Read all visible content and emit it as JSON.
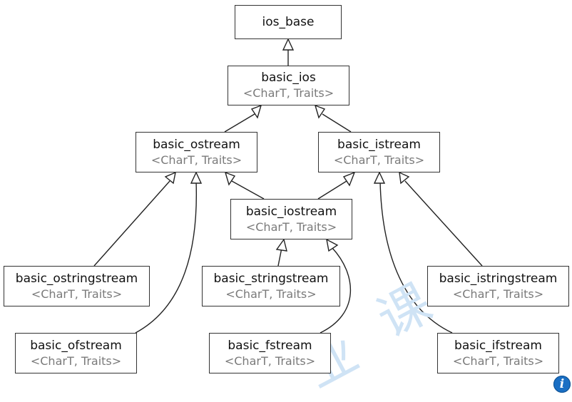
{
  "watermark": [
    "业",
    "课"
  ],
  "icons": {
    "info": "info-icon"
  },
  "info_glyph": "i",
  "colors": {
    "line": "#222222",
    "template_text": "#7a7a7a",
    "watermark": "#cfe3f5",
    "info": "#1a6fc4"
  },
  "nodes": {
    "ios_base": {
      "name": "ios_base"
    },
    "basic_ios": {
      "name": "basic_ios",
      "params": "<CharT, Traits>"
    },
    "basic_ostream": {
      "name": "basic_ostream",
      "params": "<CharT, Traits>"
    },
    "basic_istream": {
      "name": "basic_istream",
      "params": "<CharT, Traits>"
    },
    "basic_iostream": {
      "name": "basic_iostream",
      "params": "<CharT, Traits>"
    },
    "basic_ostringstream": {
      "name": "basic_ostringstream",
      "params": "<CharT, Traits>"
    },
    "basic_stringstream": {
      "name": "basic_stringstream",
      "params": "<CharT, Traits>"
    },
    "basic_istringstream": {
      "name": "basic_istringstream",
      "params": "<CharT, Traits>"
    },
    "basic_ofstream": {
      "name": "basic_ofstream",
      "params": "<CharT, Traits>"
    },
    "basic_fstream": {
      "name": "basic_fstream",
      "params": "<CharT, Traits>"
    },
    "basic_ifstream": {
      "name": "basic_ifstream",
      "params": "<CharT, Traits>"
    }
  },
  "edges": [
    {
      "from": "basic_ios",
      "to": "ios_base"
    },
    {
      "from": "basic_ostream",
      "to": "basic_ios"
    },
    {
      "from": "basic_istream",
      "to": "basic_ios"
    },
    {
      "from": "basic_iostream",
      "to": "basic_ostream"
    },
    {
      "from": "basic_iostream",
      "to": "basic_istream"
    },
    {
      "from": "basic_ostringstream",
      "to": "basic_ostream"
    },
    {
      "from": "basic_ofstream",
      "to": "basic_ostream"
    },
    {
      "from": "basic_stringstream",
      "to": "basic_iostream"
    },
    {
      "from": "basic_fstream",
      "to": "basic_iostream"
    },
    {
      "from": "basic_istringstream",
      "to": "basic_istream"
    },
    {
      "from": "basic_ifstream",
      "to": "basic_istream"
    }
  ]
}
